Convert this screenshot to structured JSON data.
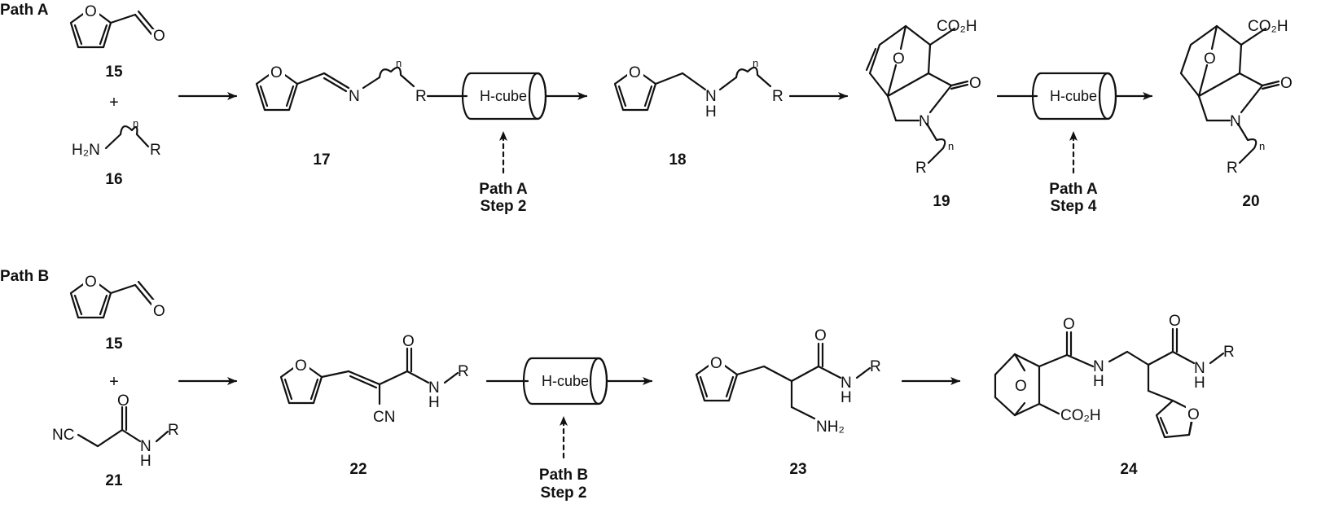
{
  "path_a": {
    "label": "Path A",
    "compounds": {
      "c15": "15",
      "c16": "16",
      "c17": "17",
      "c18": "18",
      "c19": "19",
      "c20": "20"
    },
    "plus": "+",
    "step2": {
      "line1": "Path A",
      "line2": "Step 2",
      "reactor": "H-cube"
    },
    "step4": {
      "line1": "Path A",
      "line2": "Step 4",
      "reactor": "H-cube"
    }
  },
  "path_b": {
    "label": "Path B",
    "compounds": {
      "c15": "15",
      "c21": "21",
      "c22": "22",
      "c23": "23",
      "c24": "24"
    },
    "plus": "+",
    "step2": {
      "line1": "Path B",
      "line2": "Step 2",
      "reactor": "H-cube"
    }
  },
  "atoms": {
    "O": "O",
    "N": "N",
    "H": "H",
    "R": "R",
    "n": "n",
    "CO2H": "CO₂H",
    "CN": "CN",
    "NC": "NC",
    "NH2": "NH₂",
    "H2N": "H₂N"
  }
}
